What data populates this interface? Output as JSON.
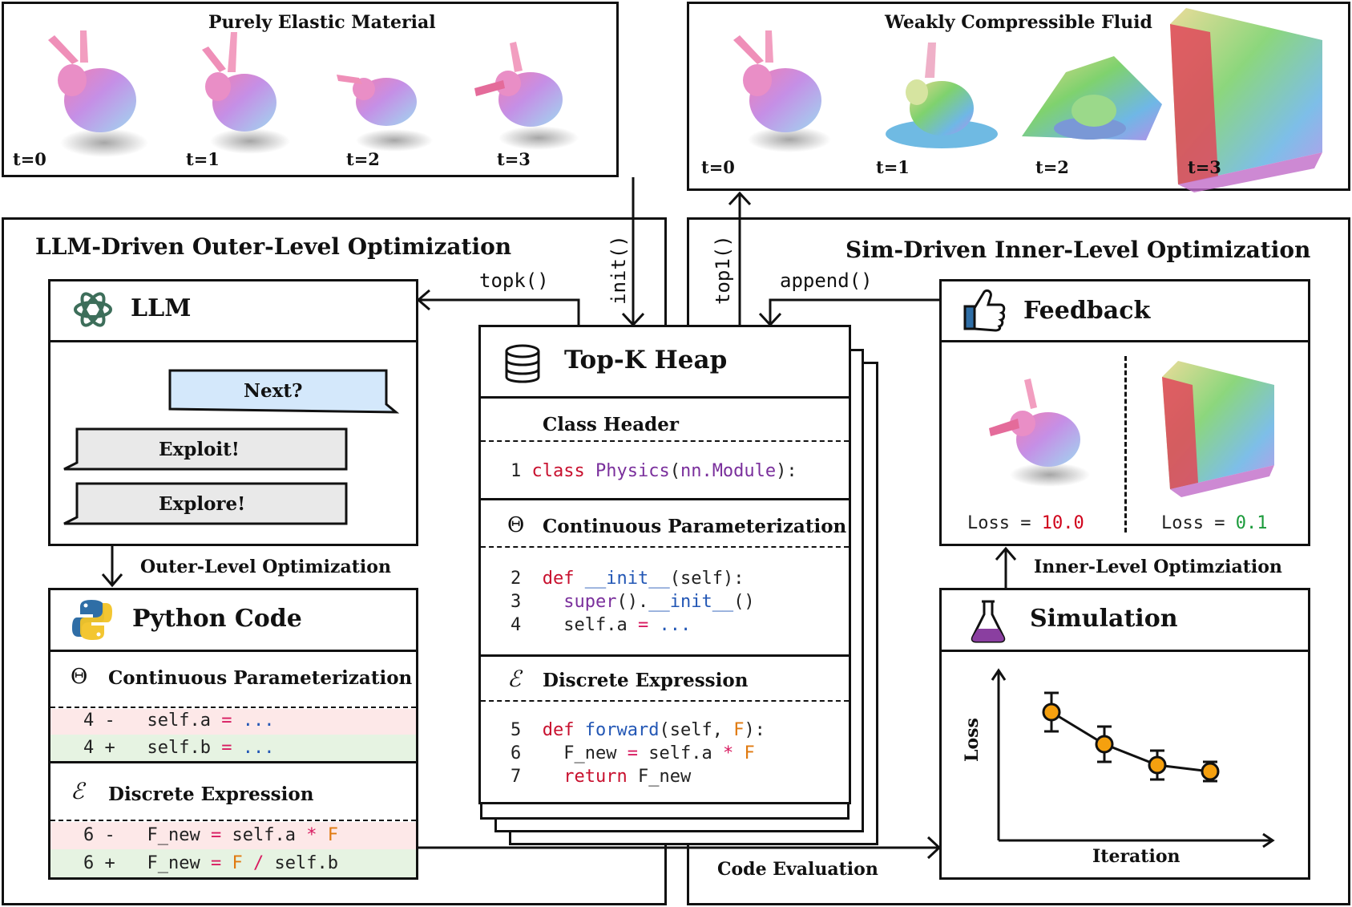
{
  "top_left_panel": {
    "title": "Purely Elastic Material",
    "frames": [
      "t=0",
      "t=1",
      "t=2",
      "t=3"
    ]
  },
  "top_right_panel": {
    "title": "Weakly Compressible Fluid",
    "frames": [
      "t=0",
      "t=1",
      "t=2",
      "t=3"
    ]
  },
  "outer_panel": {
    "title": "LLM-Driven Outer-Level Optimization",
    "llm": {
      "title": "LLM",
      "icon": "openai-icon",
      "bubbles": [
        "Next?",
        "Exploit!",
        "Explore!"
      ]
    },
    "arrow_label": "Outer-Level Optimization",
    "python": {
      "title": "Python Code",
      "icon": "python-icon",
      "sections": [
        {
          "symbol": "Θ",
          "title": "Continuous Parameterization",
          "diff": [
            {
              "num": "4",
              "sign": "-",
              "lhs": "self.a",
              "eq": "=",
              "rhs": "...",
              "kind": "removed"
            },
            {
              "num": "4",
              "sign": "+",
              "lhs": "self.b",
              "eq": "=",
              "rhs": "...",
              "kind": "added"
            }
          ]
        },
        {
          "symbol": "ℰ",
          "title": "Discrete Expression",
          "diff": [
            {
              "num": "6",
              "sign": "-",
              "lhs": "F_new",
              "eq": "=",
              "rhs_a": "self.a",
              "op": "*",
              "rhs_b": "F",
              "kind": "removed"
            },
            {
              "num": "6",
              "sign": "+",
              "lhs": "F_new",
              "eq": "=",
              "rhs_a": "F",
              "op": "/",
              "rhs_b": "self.b",
              "kind": "added"
            }
          ]
        }
      ]
    }
  },
  "heap": {
    "title": "Top-K Heap",
    "icon": "database-icon",
    "class_header": "Class Header",
    "class_line": {
      "num": "1",
      "kw": "class",
      "name": "Physics",
      "arg": "nn.Module",
      "tail": "):"
    },
    "param_symbol": "Θ",
    "param_title": "Continuous Parameterization",
    "param_lines": [
      {
        "num": "2",
        "kw": "def",
        "fn": "__init__",
        "rest": "(self):"
      },
      {
        "num": "3",
        "super": "super",
        "mid": "().",
        "fn": "__init__",
        "rest": "()"
      },
      {
        "num": "4",
        "lhs": "self.a",
        "eq": "=",
        "rhs": "..."
      }
    ],
    "expr_symbol": "ℰ",
    "expr_title": "Discrete Expression",
    "expr_lines": [
      {
        "num": "5",
        "kw": "def",
        "fn": "forward",
        "rest_a": "(self, ",
        "arg": "F",
        "rest_b": "):"
      },
      {
        "num": "6",
        "lhs": "F_new",
        "eq": "=",
        "a": "self.a",
        "op": "*",
        "b": "F"
      },
      {
        "num": "7",
        "kw": "return",
        "rest": "F_new"
      }
    ]
  },
  "connectors": {
    "topk": "topk()",
    "init": "init()",
    "top1": "top1()",
    "append": "append()",
    "code_evaluation": "Code Evaluation"
  },
  "inner_panel": {
    "title": "Sim-Driven Inner-Level Optimization",
    "feedback": {
      "title": "Feedback",
      "icon": "thumbs-up-icon",
      "loss_left_label": "Loss = ",
      "loss_left_value": "10.0",
      "loss_right_label": "Loss = ",
      "loss_right_value": "0.1",
      "colors": {
        "bad": "#d0021b",
        "good": "#1a9a3a"
      }
    },
    "arrow_label": "Inner-Level Optimziation",
    "simulation": {
      "title": "Simulation",
      "icon": "flask-icon"
    }
  },
  "chart_data": {
    "type": "line",
    "xlabel": "Iteration",
    "ylabel": "Loss",
    "x": [
      1,
      2,
      3,
      4
    ],
    "series": [
      {
        "values": [
          0.8,
          0.6,
          0.47,
          0.43
        ],
        "error": [
          0.12,
          0.11,
          0.09,
          0.06
        ]
      }
    ],
    "ylim": [
      0,
      1
    ],
    "xlim": [
      0,
      5
    ],
    "marker_color": "#f5a00f"
  }
}
